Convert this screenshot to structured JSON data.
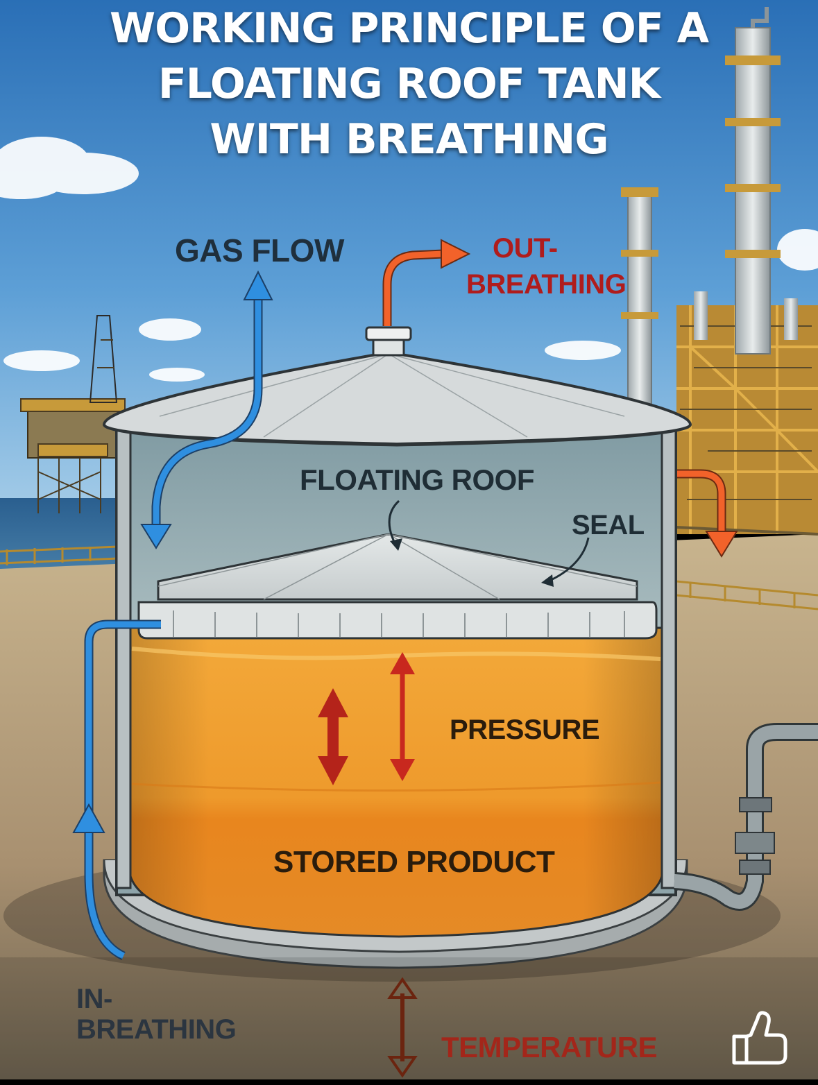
{
  "title": {
    "line1": "WORKING PRINCIPLE OF A",
    "line2": "FLOATING ROOF TANK",
    "line3": "WITH BREATHING"
  },
  "labels": {
    "gas_flow": "GAS FLOW",
    "out_breathing_1": "OUT-",
    "out_breathing_2": "BREATHING",
    "floating_roof": "FLOATING ROOF",
    "seal": "SEAL",
    "pressure": "PRESSURE",
    "stored_product": "STORED PRODUCT",
    "in_breathing_1": "IN-",
    "in_breathing_2": "BREATHING",
    "temperature": "TEMPERATURE"
  },
  "icons": {
    "like": "thumbs-up-icon"
  },
  "colors": {
    "sky_top": "#2f78c0",
    "sky_bottom": "#9cc8e8",
    "ground": "#b9a07a",
    "product_orange": "#f0a030",
    "gas_arrow_blue": "#2f8fe0",
    "out_arrow_orange": "#f2622a",
    "pressure_red": "#c8281e",
    "tank_grey": "#c9cfd1",
    "refinery_gold": "#d9a232"
  }
}
